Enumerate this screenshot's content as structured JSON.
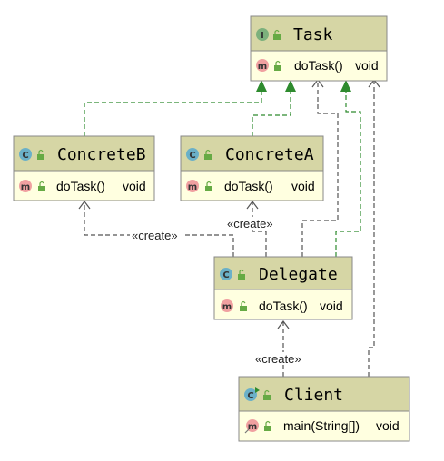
{
  "diagram": {
    "classes": {
      "task": {
        "kind": "I",
        "name": "Task",
        "method": "doTask()",
        "return": "void"
      },
      "concrete_b": {
        "kind": "C",
        "name": "ConcreteB",
        "method": "doTask()",
        "return": "void"
      },
      "concrete_a": {
        "kind": "C",
        "name": "ConcreteA",
        "method": "doTask()",
        "return": "void"
      },
      "delegate": {
        "kind": "C",
        "name": "Delegate",
        "method": "doTask()",
        "return": "void"
      },
      "client": {
        "kind": "C",
        "name": "Client",
        "method": "main(String[])",
        "return": "void"
      }
    },
    "method_badge": "m",
    "labels": {
      "delegate_creates_b": "«create»",
      "delegate_creates_a": "«create»",
      "client_creates_delegate": "«create»"
    },
    "colors": {
      "header_fill": "#d6d6a5",
      "body_fill": "#ffffe0",
      "border": "#888888",
      "interface_badge": "#7cb07c",
      "class_badge": "#6ab0c8",
      "method_badge": "#f0a0a0",
      "lock_icon": "#66aa44",
      "realization_arrow": "#2e8b2e",
      "dependency_arrow": "#555555"
    }
  }
}
